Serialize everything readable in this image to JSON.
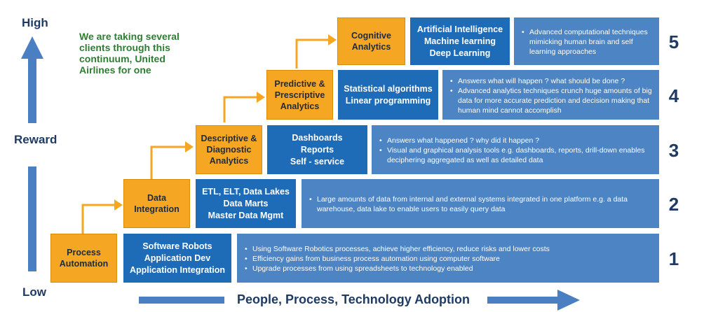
{
  "y_axis": {
    "high": "High",
    "middle": "Reward",
    "low": "Low"
  },
  "x_axis": {
    "label": "People, Process, Technology Adoption"
  },
  "note": "We are taking several clients through this continuum, United Airlines for one",
  "levels": [
    {
      "number": "1",
      "stage": "Process\nAutomation",
      "tech": "Software Robots\nApplication Dev\nApplication Integration",
      "bullets": [
        "Using Software Robotics processes, achieve higher efficiency, reduce risks and lower costs",
        "Efficiency gains from business process automation using computer software",
        "Upgrade processes from using spreadsheets to technology enabled"
      ]
    },
    {
      "number": "2",
      "stage": "Data\nIntegration",
      "tech": "ETL, ELT, Data Lakes\nData Marts\nMaster Data Mgmt",
      "bullets": [
        "Large amounts of data from internal and external systems integrated in one platform e.g. a data warehouse, data lake to enable users to easily query data"
      ]
    },
    {
      "number": "3",
      "stage": "Descriptive &\nDiagnostic\nAnalytics",
      "tech": "Dashboards\nReports\nSelf - service",
      "bullets": [
        "Answers what happened ? why did it happen ?",
        "Visual and graphical analysis tools e.g. dashboards, reports, drill-down enables deciphering aggregated as well as detailed data"
      ]
    },
    {
      "number": "4",
      "stage": "Predictive &\nPrescriptive\nAnalytics",
      "tech": "Statistical algorithms\nLinear programming",
      "bullets": [
        "Answers what will happen ? what should be done ?",
        "Advanced analytics techniques crunch huge amounts of big data for more accurate prediction and decision making that human mind cannot accomplish"
      ]
    },
    {
      "number": "5",
      "stage": "Cognitive\nAnalytics",
      "tech": "Artificial Intelligence\nMachine learning\nDeep Learning",
      "bullets": [
        "Advanced computational techniques mimicking human brain and self learning approaches"
      ]
    }
  ],
  "colors": {
    "stage": "#f5a623",
    "tech": "#1e6bb8",
    "description": "#4d84c4",
    "arrow": "#4a7fc1",
    "note": "#2e7d32"
  }
}
